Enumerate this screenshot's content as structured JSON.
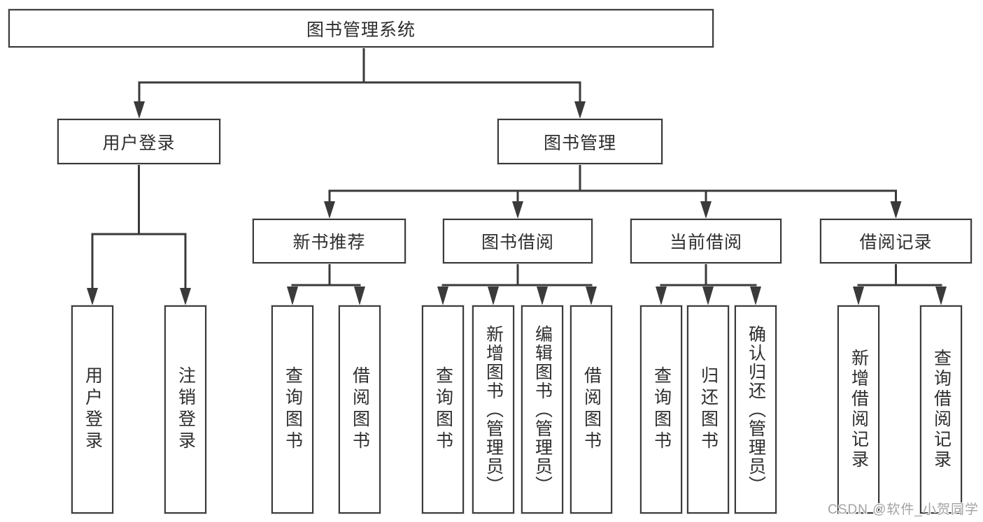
{
  "diagram": {
    "title": "图书管理系统",
    "level2": {
      "user_login": "用户登录",
      "book_mgmt": "图书管理"
    },
    "level3": {
      "new_book_rec": "新书推荐",
      "book_borrow": "图书借阅",
      "current_borrow": "当前借阅",
      "borrow_record": "借阅记录"
    },
    "leaves": {
      "user_login": "用户登录",
      "logout": "注销登录",
      "rec_query_book": "查询图书",
      "rec_borrow_book": "借阅图书",
      "bb_query_book": "查询图书",
      "bb_add_book": "新增图书（管理员）",
      "bb_edit_book": "编辑图书（管理员）",
      "bb_borrow_book": "借阅图书",
      "cb_query_book": "查询图书",
      "cb_return_book": "归还图书",
      "cb_confirm_return": "确认归还（管理员）",
      "br_add_record": "新增借阅记录",
      "br_query_record": "查询借阅记录"
    }
  },
  "watermark": "CSDN @软件_小贺同学"
}
